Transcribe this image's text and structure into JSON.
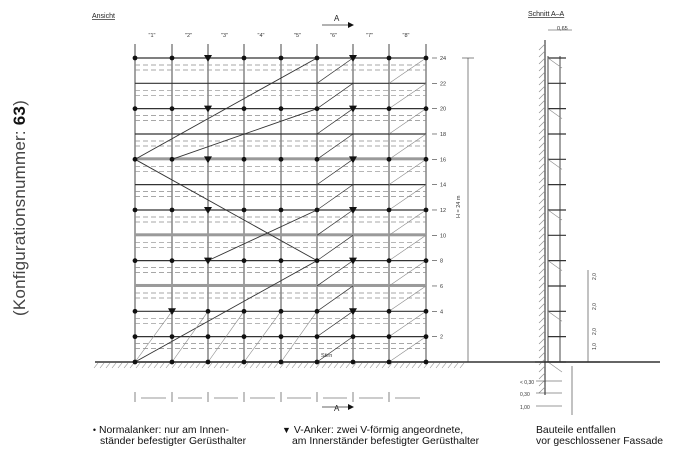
{
  "config_label": {
    "prefix": "(Konfigurationsnummer: ",
    "number": "63",
    "suffix": ")"
  },
  "views": {
    "front_view": "Ansicht",
    "section_view": "Schnitt A–A",
    "section_marker": "A"
  },
  "column_labels": [
    "\"1\"",
    "\"2\"",
    "\"3\"",
    "\"4\"",
    "\"5\"",
    "\"6\"",
    "\"7\"",
    "\"8\""
  ],
  "level_labels": [
    "24",
    "22",
    "20",
    "18",
    "16",
    "14",
    "12",
    "10",
    "8",
    "6",
    "4",
    "2"
  ],
  "height_label": "H = 24 m",
  "diagonal_label": "Stirn",
  "section_dims": {
    "top_width": "0,65",
    "right": [
      "2,0",
      "2,0",
      "2,0",
      "1,0"
    ],
    "bottom": [
      "< 0,30",
      "0,30",
      "1,00"
    ]
  },
  "legend": {
    "normal": {
      "symbol": "•",
      "line1": "Normalanker: nur am Innen-",
      "line2": "ständer befestigter Gerüsthalter"
    },
    "v_anchor": {
      "symbol": "▼",
      "line1": "V-Anker: zwei V-förmig angeordnete,",
      "line2": "am Innerständer befestigter Gerüsthalter"
    },
    "removed": {
      "line1": "Bauteile entfallen",
      "line2": "vor geschlossener Fassade"
    }
  },
  "colors": {
    "line": "#333333",
    "grey": "#8a8a8a",
    "anchor": "#111111"
  }
}
